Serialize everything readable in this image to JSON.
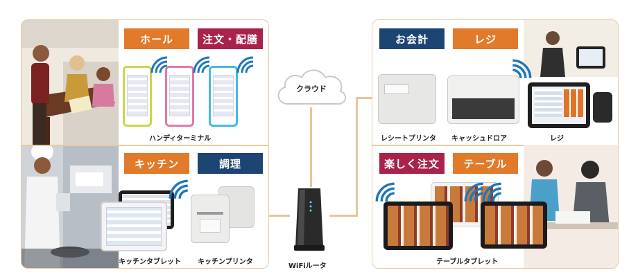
{
  "cloud_label": "クラウド",
  "router_label": "WiFiルータ",
  "left": {
    "top_tags": [
      "ホール",
      "注文・配膳"
    ],
    "top_caption": "ハンディターミナル",
    "bottom_tags": [
      "キッチン",
      "調理"
    ],
    "bottom_captions": [
      "キッチンタブレット",
      "キッチンプリンタ"
    ]
  },
  "right": {
    "top_tags": [
      "お会計",
      "レジ"
    ],
    "top_captions": [
      "レシートプリンタ",
      "キャッシュドロア",
      "レジ"
    ],
    "bottom_tags": [
      "楽しく注文",
      "テーブル"
    ],
    "bottom_caption": "テーブルタブレット"
  },
  "colors": {
    "orange": "#e17a2a",
    "red": "#a8224a",
    "navy": "#1d4573",
    "border": "#e8c9a0",
    "wifi": "#1b76bf"
  },
  "icons": [
    "wifi-icon",
    "cloud-icon"
  ]
}
